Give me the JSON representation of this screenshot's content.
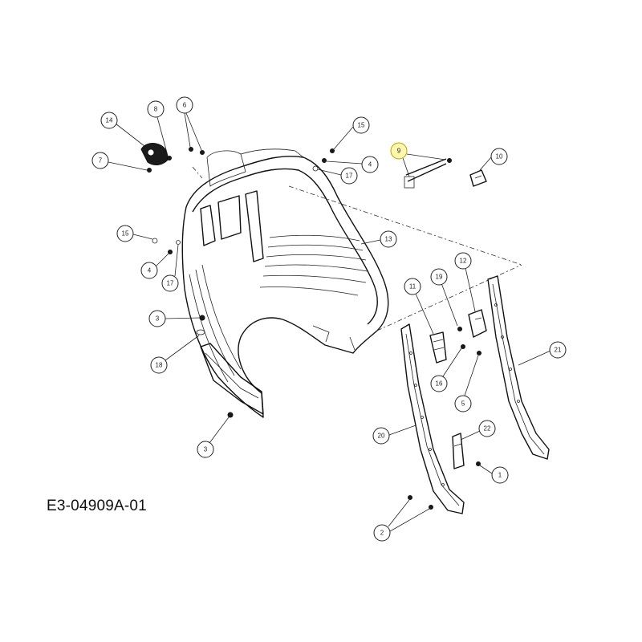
{
  "diagram": {
    "code": "E3-04909A-01",
    "callouts": [
      "14",
      "8",
      "6",
      "15",
      "9",
      "10",
      "7",
      "4",
      "17",
      "15",
      "13",
      "4",
      "17",
      "12",
      "11",
      "19",
      "3",
      "21",
      "18",
      "16",
      "5",
      "3",
      "22",
      "20",
      "1",
      "2"
    ],
    "highlight_color": "#fff7b0"
  }
}
